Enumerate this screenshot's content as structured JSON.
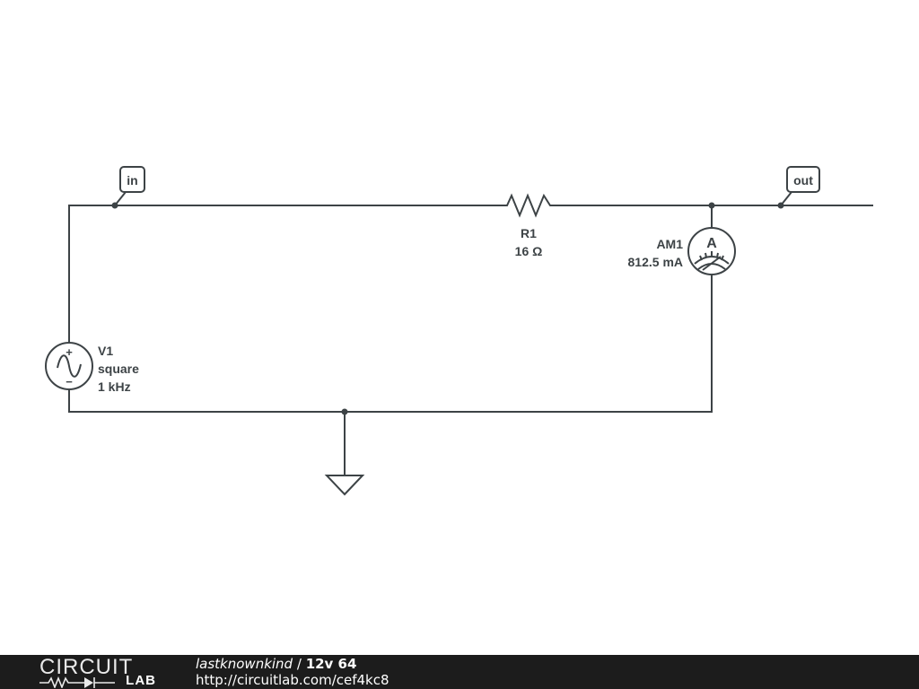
{
  "schematic": {
    "nodes": {
      "in": "in",
      "out": "out"
    },
    "resistor": {
      "name": "R1",
      "value": "16 Ω"
    },
    "ammeter": {
      "name": "AM1",
      "reading": "812.5 mA",
      "glyph": "A"
    },
    "source": {
      "name": "V1",
      "waveform": "square",
      "frequency": "1 kHz",
      "polarity_plus": "+",
      "polarity_minus": "−"
    },
    "ground": {
      "icon": "ground-icon"
    },
    "colors": {
      "wire": "#3d4346",
      "background": "#ffffff"
    }
  },
  "footer": {
    "logo_top": "CIRCUIT",
    "logo_bottom": "LAB",
    "author": "lastknownkind",
    "separator": " / ",
    "title": "12v 64",
    "url": "http://circuitlab.com/cef4kc8",
    "background": "#1c1c1c"
  }
}
